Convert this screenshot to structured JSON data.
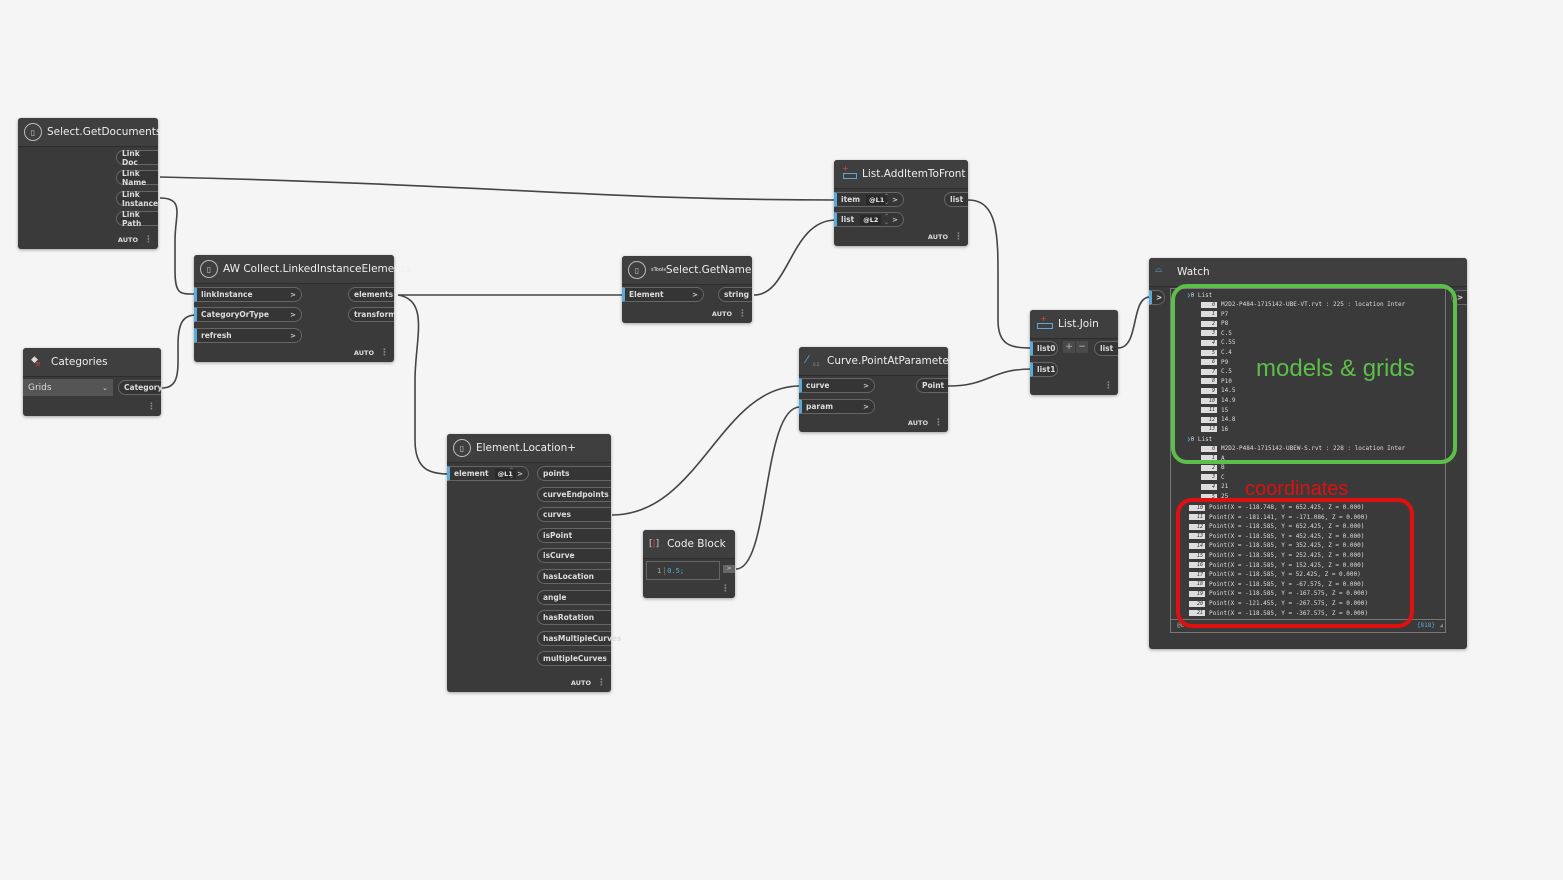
{
  "nodes": {
    "get_documents": {
      "title": "Select.GetDocuments",
      "outputs": [
        "Link Doc",
        "Link Name",
        "Link Instance",
        "Link Path"
      ],
      "run_mode": "AUTO"
    },
    "collect_linked": {
      "title": "AW Collect.LinkedInstanceElements",
      "inputs": [
        "linkInstance",
        "CategoryOrType",
        "refresh"
      ],
      "outputs": [
        "elements",
        "transform"
      ],
      "run_mode": "AUTO"
    },
    "categories": {
      "title": "Categories",
      "selected": "Grids",
      "output": "Category"
    },
    "get_name": {
      "title": "Select.GetName",
      "prefix": "sTools",
      "inputs": [
        "Element"
      ],
      "outputs": [
        "string"
      ],
      "run_mode": "AUTO"
    },
    "add_item_to_front": {
      "title": "List.AddItemToFront",
      "inputs": [
        {
          "label": "item",
          "lacing": "@L1"
        },
        {
          "label": "list",
          "lacing": "@L2"
        }
      ],
      "outputs": [
        "list"
      ],
      "run_mode": "AUTO"
    },
    "element_location": {
      "title": "Element.Location+",
      "inputs": [
        {
          "label": "element",
          "lacing": "@L1"
        }
      ],
      "outputs": [
        "points",
        "curveEndpoints",
        "curves",
        "isPoint",
        "isCurve",
        "hasLocation",
        "angle",
        "hasRotation",
        "hasMultipleCurves",
        "multipleCurves"
      ],
      "run_mode": "AUTO"
    },
    "code_block": {
      "title": "Code Block",
      "line_number": "1",
      "code": "0.5;"
    },
    "point_at_param": {
      "title": "Curve.PointAtParameter",
      "inputs": [
        "curve",
        "param"
      ],
      "outputs": [
        "Point"
      ],
      "run_mode": "AUTO"
    },
    "list_join": {
      "title": "List.Join",
      "inputs": [
        "list0",
        "list1"
      ],
      "outputs": [
        "list"
      ],
      "add_label": "+",
      "remove_label": "−"
    },
    "watch": {
      "title": "Watch",
      "list1_header": "0 List",
      "list1_items": [
        {
          "i": "0",
          "v": "M2D2-P484-1715142-UBE-VT.rvt : 225 : location Inter"
        },
        {
          "i": "1",
          "v": "P7"
        },
        {
          "i": "2",
          "v": "P8"
        },
        {
          "i": "3",
          "v": "C.5"
        },
        {
          "i": "4",
          "v": "C.55"
        },
        {
          "i": "5",
          "v": "C.4"
        },
        {
          "i": "6",
          "v": "P9"
        },
        {
          "i": "7",
          "v": "C.5"
        },
        {
          "i": "8",
          "v": "P10"
        },
        {
          "i": "9",
          "v": "14.5"
        },
        {
          "i": "10",
          "v": "14.9"
        },
        {
          "i": "11",
          "v": "15"
        },
        {
          "i": "12",
          "v": "14.8"
        },
        {
          "i": "13",
          "v": "16"
        }
      ],
      "list2_header": "0 List",
      "list2_items": [
        {
          "i": "0",
          "v": "M2D2-P484-1715142-UBEW-S.rvt : 228 : location Inter"
        },
        {
          "i": "1",
          "v": "A"
        },
        {
          "i": "2",
          "v": "B"
        },
        {
          "i": "3",
          "v": "C"
        },
        {
          "i": "4",
          "v": "21"
        },
        {
          "i": "5",
          "v": "25"
        }
      ],
      "points": [
        {
          "i": "10",
          "v": "Point(X = -118.748, Y = 652.425, Z = 0.000)"
        },
        {
          "i": "11",
          "v": "Point(X = -181.141, Y = -171.086, Z = 0.000)"
        },
        {
          "i": "12",
          "v": "Point(X = -118.585, Y = 652.425, Z = 0.000)"
        },
        {
          "i": "13",
          "v": "Point(X = -118.585, Y = 452.425, Z = 0.000)"
        },
        {
          "i": "14",
          "v": "Point(X = -118.585, Y = 352.425, Z = 0.000)"
        },
        {
          "i": "15",
          "v": "Point(X = -118.585, Y = 252.425, Z = 0.000)"
        },
        {
          "i": "16",
          "v": "Point(X = -118.585, Y = 152.425, Z = 0.000)"
        },
        {
          "i": "17",
          "v": "Point(X = -118.585, Y = 52.425, Z = 0.000)"
        },
        {
          "i": "18",
          "v": "Point(X = -118.585, Y = -67.575, Z = 0.000)"
        },
        {
          "i": "19",
          "v": "Point(X = -118.585, Y = -167.575, Z = 0.000)"
        },
        {
          "i": "20",
          "v": "Point(X = -121.455, Y = -267.575, Z = 0.000)"
        },
        {
          "i": "21",
          "v": "Point(X = -118.585, Y = -367.575, Z = 0.000)"
        }
      ],
      "level_indicator": "@L",
      "count": "{818}"
    }
  },
  "annotations": {
    "green_label": "models & grids",
    "red_label": "coordinates",
    "green_color": "#5cbf4a",
    "red_color": "#e01010"
  }
}
